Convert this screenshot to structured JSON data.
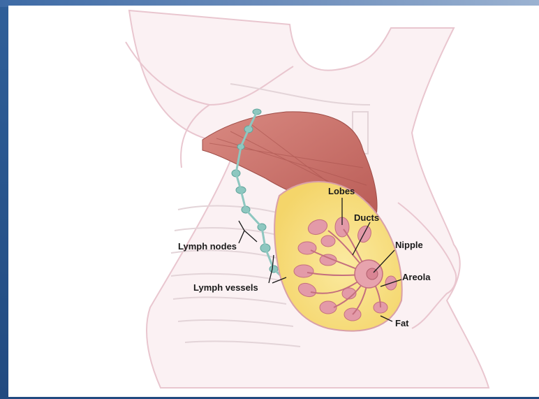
{
  "diagram": {
    "labels": {
      "lobes": "Lobes",
      "ducts": "Ducts",
      "nipple": "Nipple",
      "areola": "Areola",
      "fat": "Fat",
      "lymph_nodes": "Lymph nodes",
      "lymph_vessels": "Lymph vessels"
    },
    "colors": {
      "background": "#2f5f99",
      "skin_outline": "#e9c6cf",
      "muscle": "#c86d66",
      "fat": "#f7e48b",
      "lobe": "#e39aa8",
      "lymph": "#8ec7c0"
    }
  }
}
